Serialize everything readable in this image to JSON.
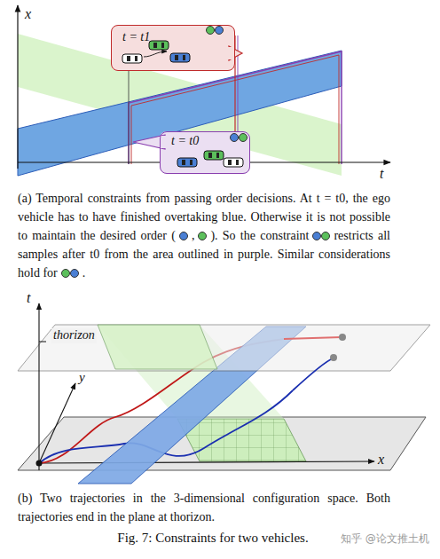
{
  "diagram": {
    "caption": "Fig. 7: Constraints for two vehicles.",
    "nodes": [
      {
        "text": [
          "t = t1"
        ]
      },
      {
        "text": [
          "t = t0"
        ]
      }
    ],
    "labels": [
      "x",
      "t",
      "(a) Temporal constraints from passing order decisions. At t = t0, the ego vehicle has to have finished overtaking blue. Otherwise it is not possible to maintain the desired order (",
      ",",
      "). So the constraint",
      "restricts all samples after t0 from the area outlined in purple. Similar considerations hold for",
      ".",
      "t",
      "thorizon",
      "y",
      "x",
      "(b) Two trajectories in the 3-dimensional configuration space. Both trajectories end in the plane at thorizon.",
      "知乎 @论文推土机"
    ]
  }
}
